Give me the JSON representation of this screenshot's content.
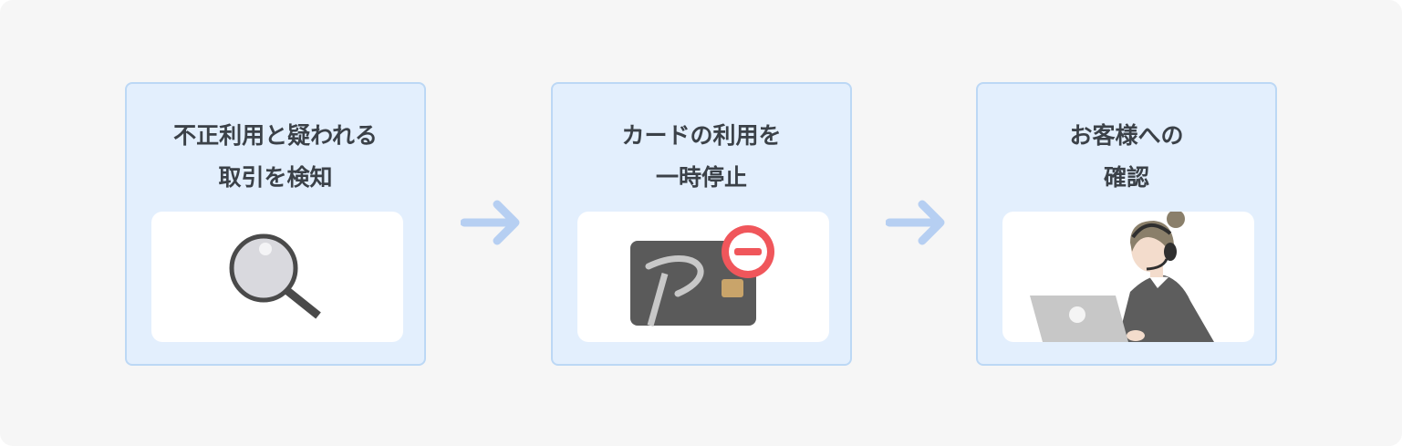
{
  "steps": [
    {
      "title": "不正利用と疑われる\n取引を検知",
      "icon": "magnifier-icon"
    },
    {
      "title": "カードの利用を\n一時停止",
      "icon": "suspended-card-icon"
    },
    {
      "title": "お客様への\n確認",
      "icon": "support-agent-icon"
    }
  ],
  "colors": {
    "background": "#f6f6f6",
    "card_fill": "#e3effd",
    "card_border": "#bcd8f5",
    "arrow": "#b6cff2",
    "stop_badge": "#f0565b",
    "text": "#3b4148"
  }
}
